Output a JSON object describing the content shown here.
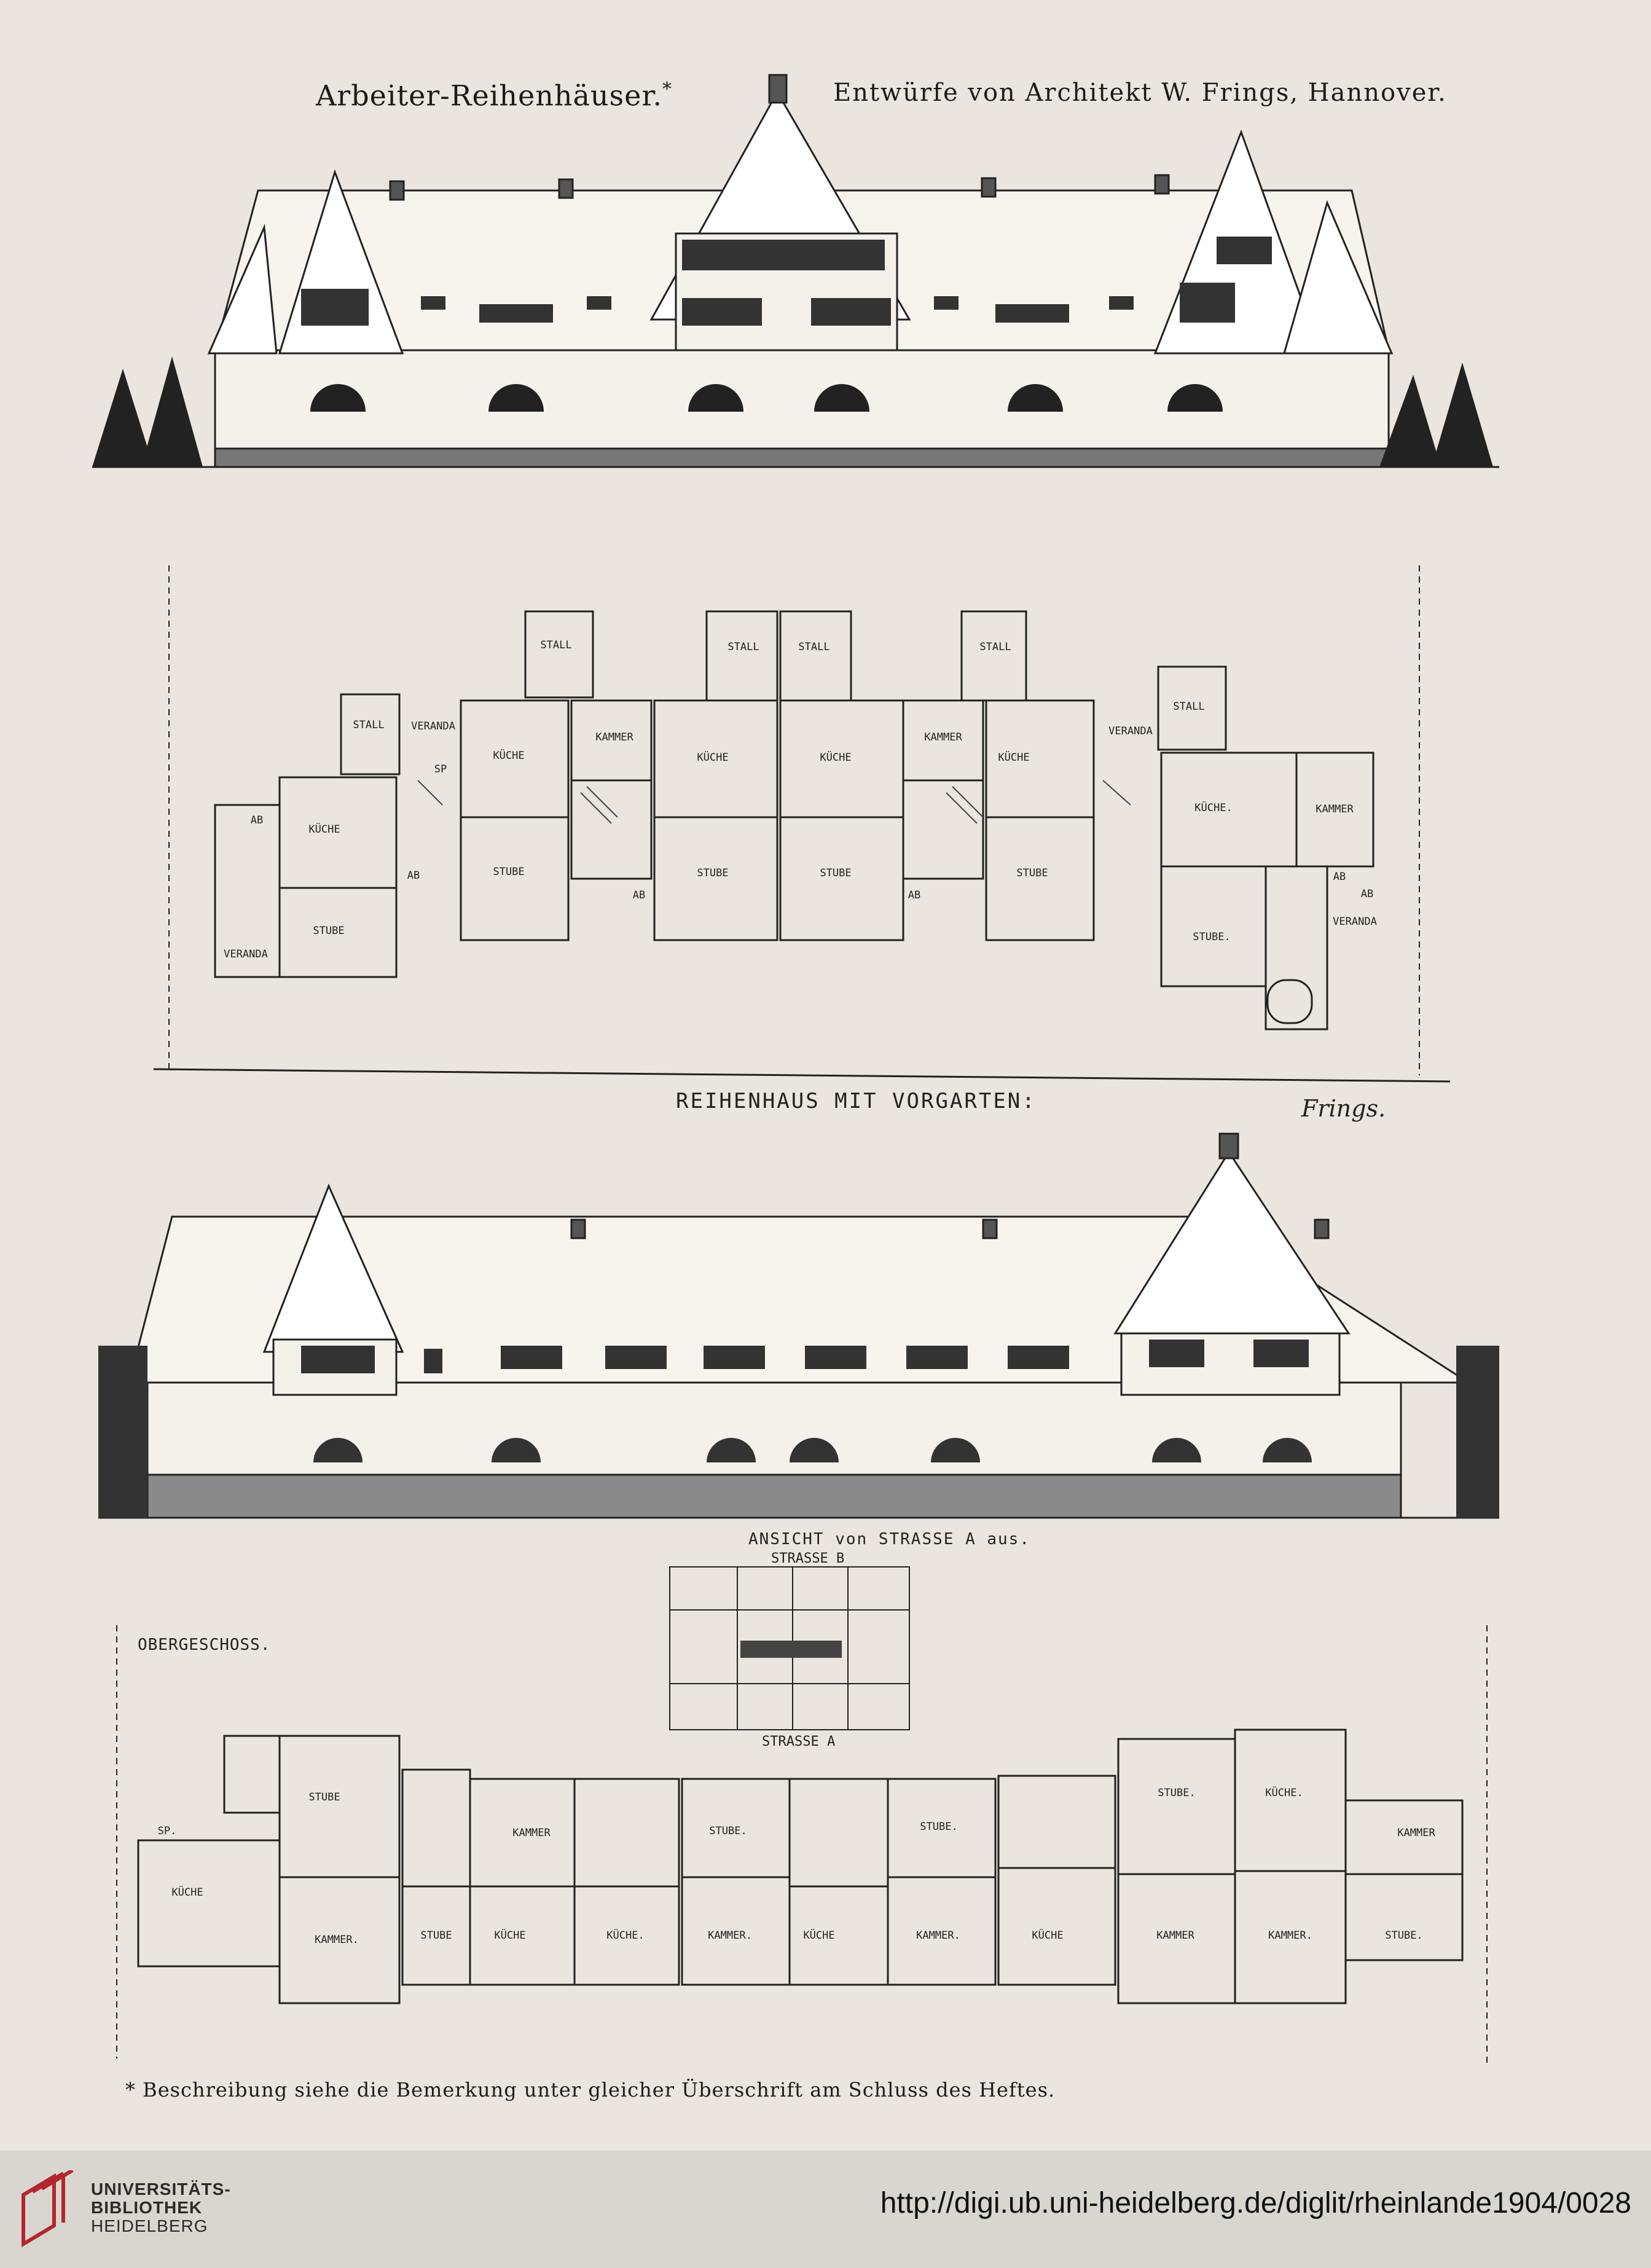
{
  "header": {
    "title": "Arbeiter-Reihenhäuser.",
    "title_mark": "*",
    "subtitle": "Entwürfe von Architekt W. Frings, Hannover."
  },
  "drawing_labels": {
    "ground_plan_caption": "REIHENHAUS MIT VORGARTEN:",
    "signature": "Frings.",
    "elevation_caption": "ANSICHT von STRASSE A aus.",
    "site_plan_top": "STRASSE B",
    "site_plan_bottom": "STRASSE A",
    "upper_floor_label": "OBERGESCHOSS."
  },
  "ground_floor_rooms": [
    {
      "label": "STALL"
    },
    {
      "label": "STALL"
    },
    {
      "label": "STALL"
    },
    {
      "label": "STALL"
    },
    {
      "label": "STALL"
    },
    {
      "label": "STALL"
    },
    {
      "label": "VERANDA"
    },
    {
      "label": "VERANDA"
    },
    {
      "label": "VERANDA"
    },
    {
      "label": "VERANDA"
    },
    {
      "label": "KÜCHE"
    },
    {
      "label": "KAMMER"
    },
    {
      "label": "KÜCHE"
    },
    {
      "label": "KÜCHE"
    },
    {
      "label": "KAMMER"
    },
    {
      "label": "KÜCHE"
    },
    {
      "label": "KÜCHE"
    },
    {
      "label": "KÜCHE."
    },
    {
      "label": "KAMMER"
    },
    {
      "label": "STUBE"
    },
    {
      "label": "STUBE"
    },
    {
      "label": "STUBE"
    },
    {
      "label": "STUBE"
    },
    {
      "label": "STUBE"
    },
    {
      "label": "STUBE."
    },
    {
      "label": "SP"
    },
    {
      "label": "AB"
    },
    {
      "label": "AB"
    },
    {
      "label": "AB"
    },
    {
      "label": "AB"
    },
    {
      "label": "AB"
    },
    {
      "label": "AB"
    }
  ],
  "upper_floor_rooms": [
    {
      "label": "STUBE"
    },
    {
      "label": "KÜCHE"
    },
    {
      "label": "KAMMER."
    },
    {
      "label": "SP."
    },
    {
      "label": "KAMMER"
    },
    {
      "label": "STUBE"
    },
    {
      "label": "KÜCHE"
    },
    {
      "label": "KÜCHE."
    },
    {
      "label": "STUBE."
    },
    {
      "label": "KAMMER."
    },
    {
      "label": "KÜCHE"
    },
    {
      "label": "STUBE."
    },
    {
      "label": "KAMMER."
    },
    {
      "label": "KÜCHE"
    },
    {
      "label": "STUBE."
    },
    {
      "label": "KAMMER"
    },
    {
      "label": "KÜCHE."
    },
    {
      "label": "KAMMER"
    },
    {
      "label": "KAMMER."
    },
    {
      "label": "STUBE."
    }
  ],
  "footnote": "* Beschreibung siehe die Bemerkung unter gleicher Überschrift am Schluss des Heftes.",
  "footer": {
    "library_line1": "UNIVERSITÄTS-",
    "library_line2": "BIBLIOTHEK",
    "library_line3": "HEIDELBERG",
    "source_url": "http://digi.ub.uni-heidelberg.de/diglit/rheinlande1904/0028",
    "logo_color": "#b3262d"
  }
}
